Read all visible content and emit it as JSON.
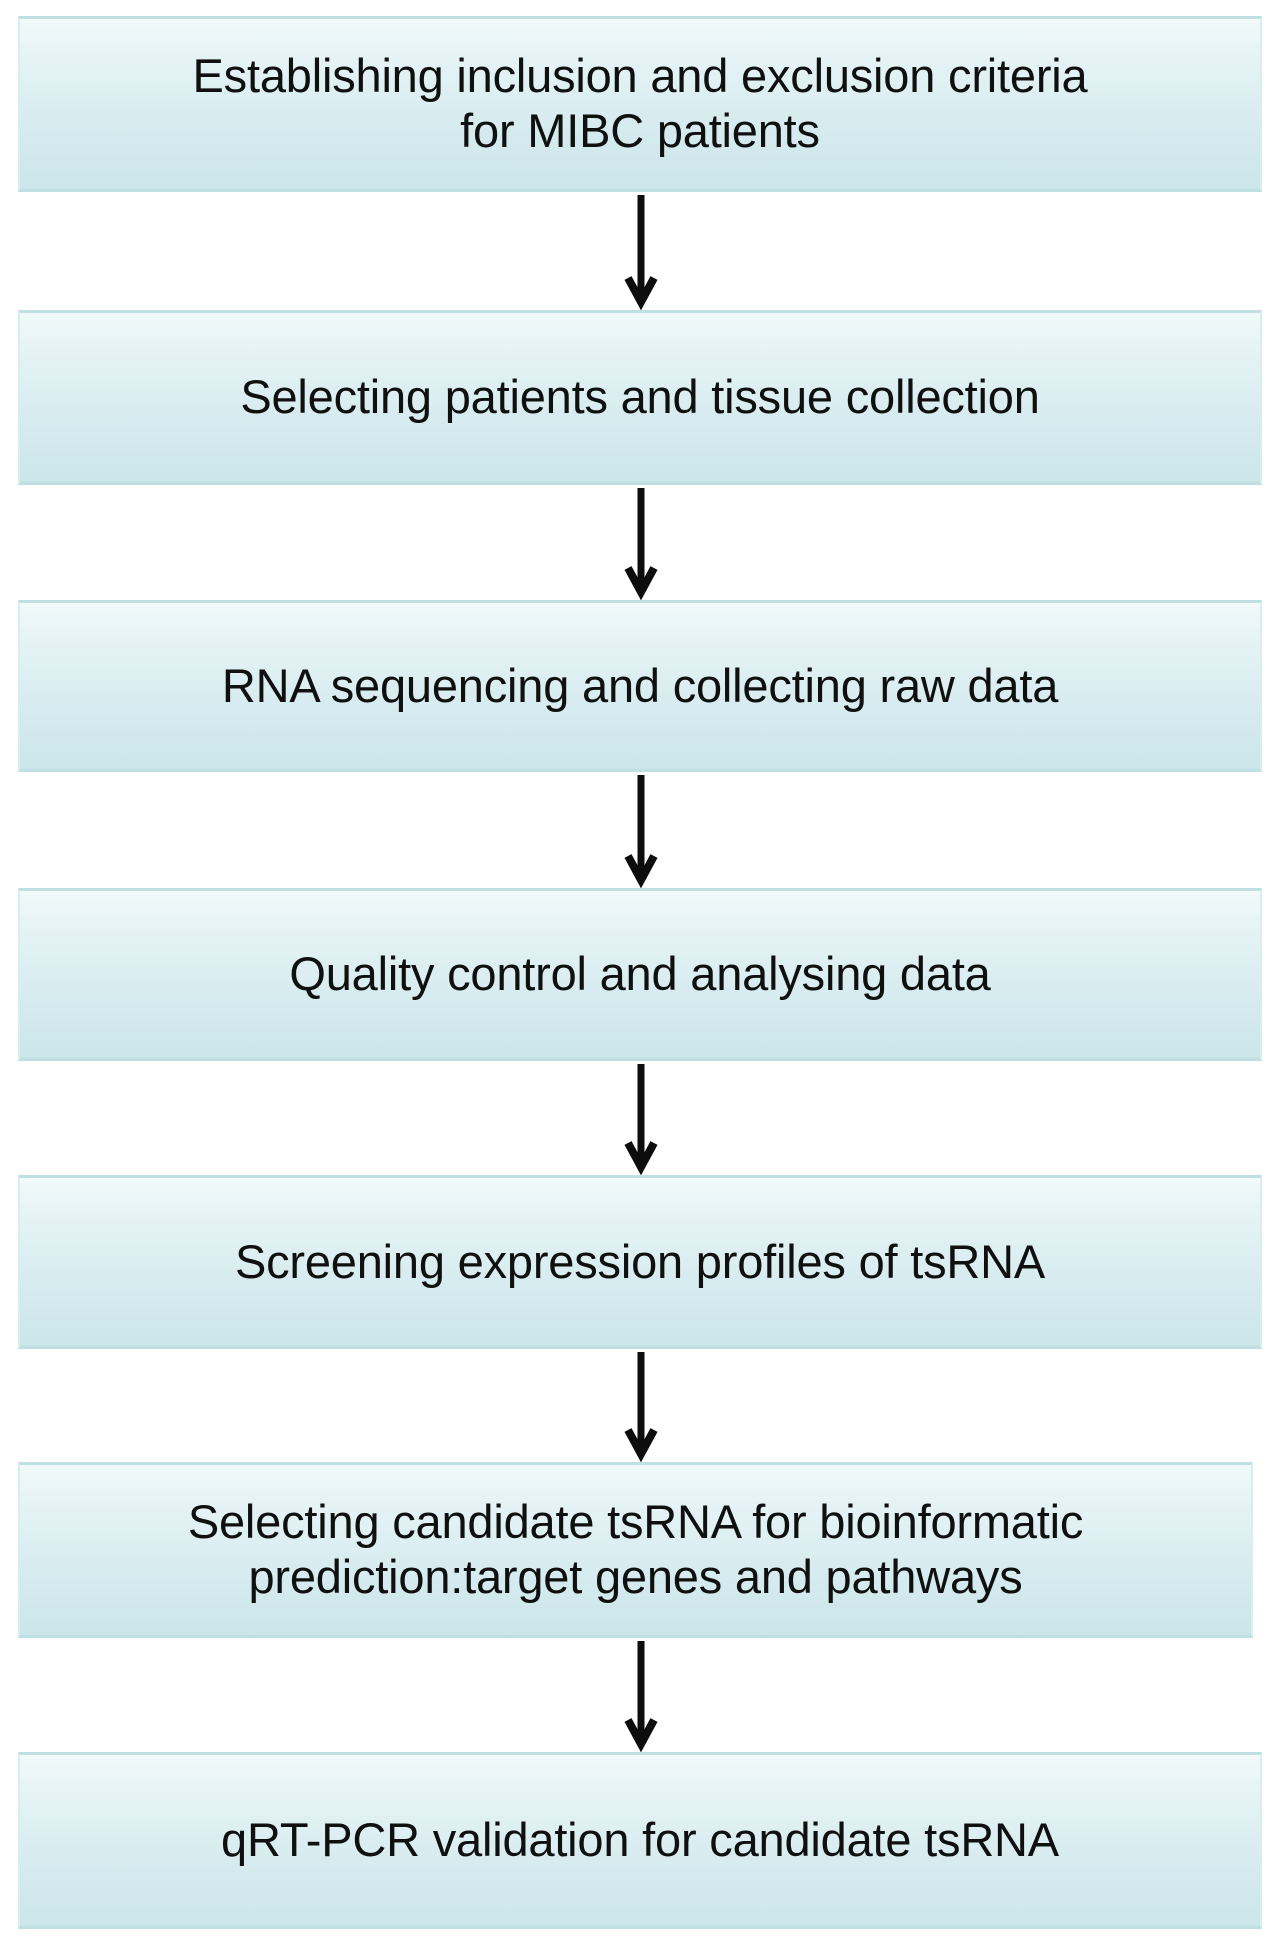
{
  "diagram": {
    "title": "Study workflow flowchart",
    "type": "vertical-flowchart",
    "orientation": "top-to-bottom",
    "colors": {
      "node_fill_top": "#f2fafa",
      "node_fill_bottom": "#cbe6ea",
      "node_border": "#bfdfe3",
      "text": "#101010",
      "arrow": "#0d0d0d",
      "background": "#ffffff"
    },
    "nodes": [
      {
        "id": "step-1",
        "label": "Establishing inclusion and exclusion criteria\nfor MIBC patients"
      },
      {
        "id": "step-2",
        "label": "Selecting patients and tissue collection"
      },
      {
        "id": "step-3",
        "label": "RNA sequencing and collecting raw data"
      },
      {
        "id": "step-4",
        "label": "Quality control and analysing data"
      },
      {
        "id": "step-5",
        "label": "Screening expression profiles of tsRNA"
      },
      {
        "id": "step-6",
        "label": "Selecting candidate tsRNA for bioinformatic\nprediction:target genes and pathways"
      },
      {
        "id": "step-7",
        "label": "qRT-PCR validation for candidate tsRNA"
      }
    ],
    "connectors": [
      {
        "id": "arrow-1-2",
        "from": "step-1",
        "to": "step-2",
        "shape": "down-arrow"
      },
      {
        "id": "arrow-2-3",
        "from": "step-2",
        "to": "step-3",
        "shape": "down-arrow"
      },
      {
        "id": "arrow-3-4",
        "from": "step-3",
        "to": "step-4",
        "shape": "down-arrow"
      },
      {
        "id": "arrow-4-5",
        "from": "step-4",
        "to": "step-5",
        "shape": "down-arrow"
      },
      {
        "id": "arrow-5-6",
        "from": "step-5",
        "to": "step-6",
        "shape": "down-arrow"
      },
      {
        "id": "arrow-6-7",
        "from": "step-6",
        "to": "step-7",
        "shape": "down-arrow"
      }
    ]
  }
}
